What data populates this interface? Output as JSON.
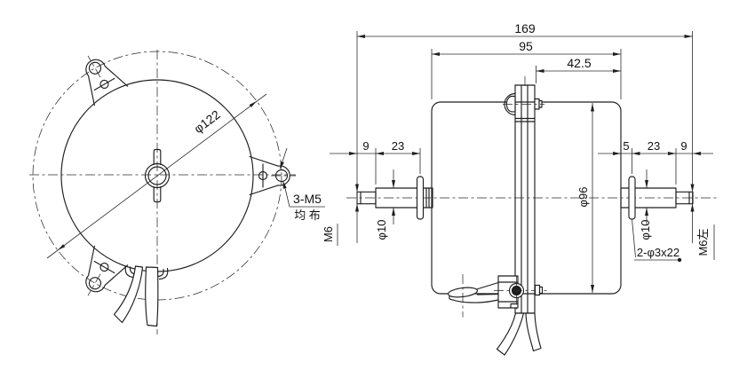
{
  "front_view": {
    "dim_bolt_circle_diameter": "φ122",
    "mounting_holes_note_line1": "3-M5",
    "mounting_holes_note_line2": "均 布"
  },
  "side_view": {
    "dim_overall_length": "169",
    "dim_body_length": "95",
    "dim_bracket_to_right_face": "42.5",
    "dim_left_thread_length": "9",
    "dim_left_shaft_length": "23",
    "dim_right_pin_offset": "5",
    "dim_right_shaft_length": "23",
    "dim_right_thread_length": "9",
    "dim_body_diameter": "φ96",
    "dim_left_shaft_diameter": "φ10",
    "dim_right_shaft_diameter": "φ10",
    "label_left_thread": "M6",
    "label_right_thread": "M6左",
    "pin_note": "2-φ3x22"
  }
}
